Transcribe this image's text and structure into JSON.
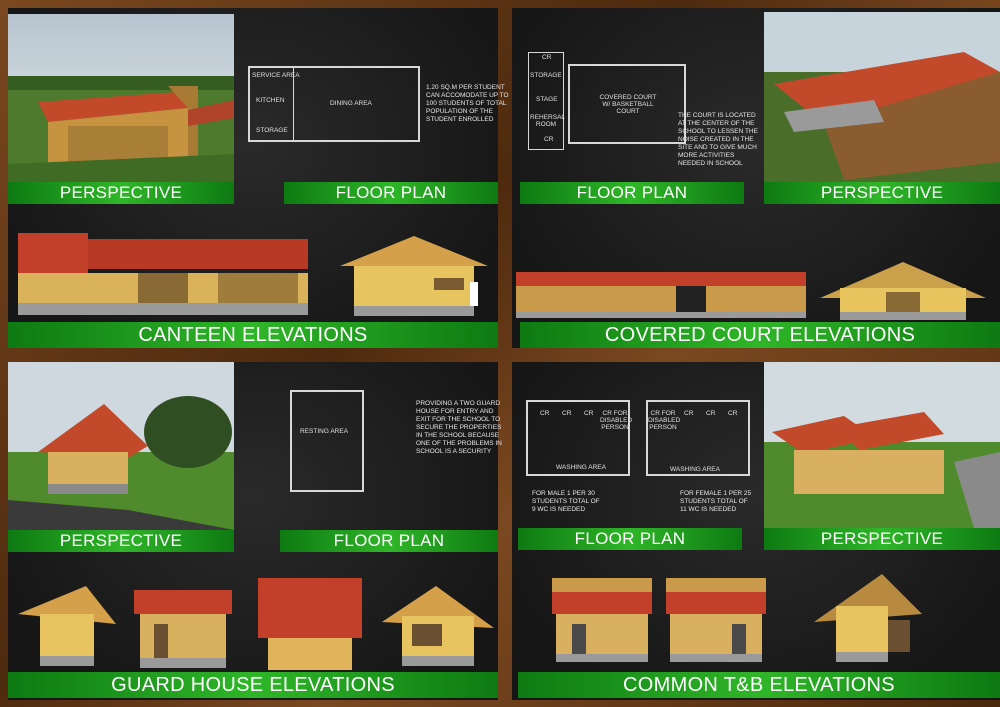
{
  "canteen": {
    "perspective_label": "PERSPECTIVE",
    "floor_plan_label": "FLOOR PLAN",
    "elevations_label": "CANTEEN ELEVATIONS",
    "rooms": [
      "SERVICE AREA",
      "KITCHEN",
      "STORAGE",
      "DINING AREA"
    ],
    "note": "1.20 SQ.M PER STUDENT CAN ACCOMODATE UP TO 100 STUDENTS OF TOTAL POPULATION OF THE STUDENT ENROLLED"
  },
  "court": {
    "perspective_label": "PERSPECTIVE",
    "floor_plan_label": "FLOOR PLAN",
    "elevations_label": "COVERED COURT ELEVATIONS",
    "rooms": [
      "CR",
      "STORAGE",
      "STAGE",
      "REHERSAL ROOM",
      "CR",
      "COVERED COURT W/ BASKETBALL COURT"
    ],
    "note": "THE COURT IS LOCATED AT THE CENTER OF THE SCHOOL TO LESSEN THE NOISE CREATED IN THE SITE AND TO GIVE MUCH MORE ACTIVITIES NEEDED IN SCHOOL"
  },
  "guard": {
    "perspective_label": "PERSPECTIVE",
    "floor_plan_label": "FLOOR PLAN",
    "elevations_label": "GUARD HOUSE ELEVATIONS",
    "rooms": [
      "RESTING AREA"
    ],
    "note": "PROVIDING A TWO GUARD HOUSE FOR ENTRY AND EXIT FOR THE SCHOOL TO SECURE THE PROPERTIES IN THE SCHOOL BECAUSE ONE OF THE PROBLEMS IN SCHOOL IS A SECURITY"
  },
  "tb": {
    "perspective_label": "PERSPECTIVE",
    "floor_plan_label": "FLOOR PLAN",
    "elevations_label": "COMMON T&B ELEVATIONS",
    "male_rooms": [
      "CR",
      "CR",
      "CR",
      "CR FOR DISABLED PERSON",
      "WASHING AREA"
    ],
    "female_rooms": [
      "CR FOR DISABLED PERSON",
      "CR",
      "CR",
      "CR",
      "WASHING AREA"
    ],
    "male_note": "FOR MALE 1 PER 30 STUDENTS TOTAL OF 9 WC IS NEEDED",
    "female_note": "FOR FEMALE 1 PER 25 STUDENTS TOTAL OF 11 WC IS NEEDED"
  }
}
